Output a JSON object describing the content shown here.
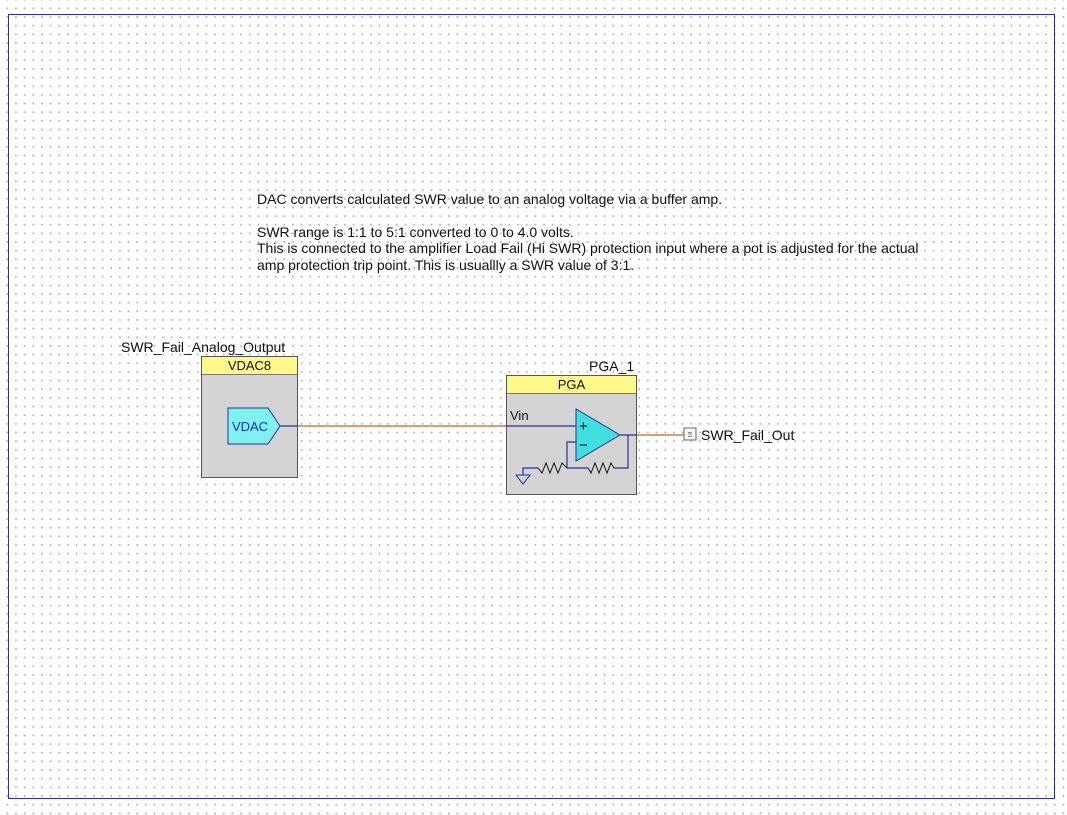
{
  "notes": {
    "line1": "DAC converts calculated SWR value to an analog voltage via a buffer amp.",
    "line2": "SWR range is 1:1 to 5:1 converted to 0 to 4.0 volts.",
    "line3": "This is connected to the amplifier Load Fail (Hi SWR) protection input where a pot is adjusted for the actual",
    "line4": "amp protection trip point. This is usuallly a SWR value of 3:1."
  },
  "vdac": {
    "instance_name": "SWR_Fail_Analog_Output",
    "title": "VDAC8",
    "symbol_label": "VDAC"
  },
  "pga": {
    "instance_name": "PGA_1",
    "title": "PGA",
    "input_label": "Vin",
    "plus": "+",
    "minus": "−"
  },
  "output_pin": {
    "name": "SWR_Fail_Out",
    "glyph": "⍰"
  },
  "colors": {
    "wire_analog": "#c8641e",
    "wire_internal": "#2a2f9c",
    "title_fill": "#fff88a",
    "body_fill": "#d4d4d4",
    "opamp_fill": "#40e0e0",
    "vdac_fill": "#7ff2ef"
  }
}
